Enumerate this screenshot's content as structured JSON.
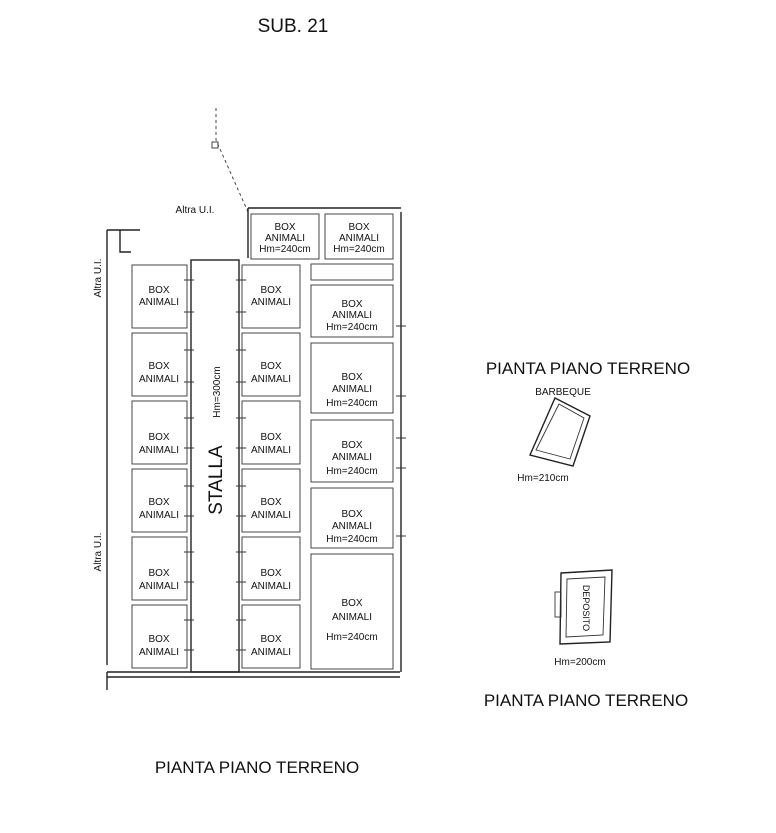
{
  "header": {
    "title": "SUB. 21"
  },
  "labels": {
    "altra_top": "Altra U.I.",
    "altra_left_upper": "Altra U.I.",
    "altra_left_lower": "Altra U.I.",
    "stalla": "STALLA",
    "stalla_height": "Hm=300cm",
    "box_line1": "BOX",
    "box_line2": "ANIMALI",
    "box_height": "Hm=240cm",
    "barbeque": "BARBEQUE",
    "barbeque_height": "Hm=210cm",
    "deposito": "DEPOSITO",
    "deposito_height": "Hm=200cm",
    "plan_right_upper": "PIANTA PIANO TERRENO",
    "plan_right_lower": "PIANTA PIANO TERRENO",
    "plan_bottom": "PIANTA PIANO TERRENO"
  }
}
